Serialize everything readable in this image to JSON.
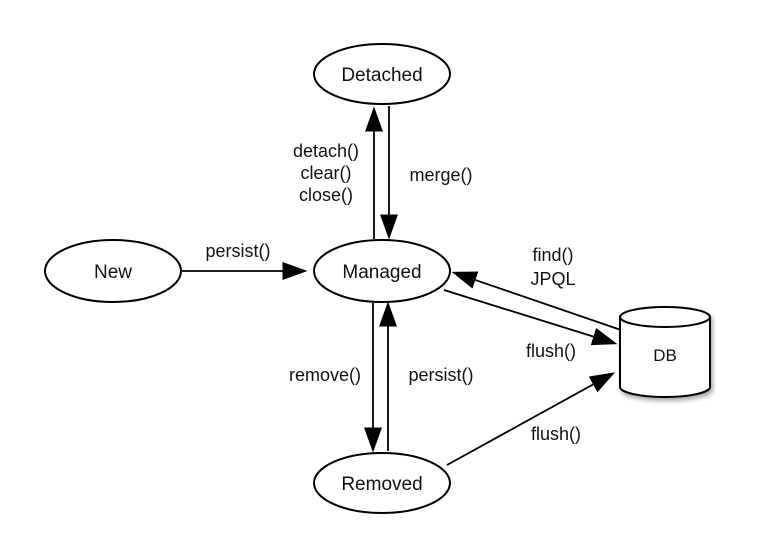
{
  "diagram": {
    "type": "state-diagram",
    "topic": "JPA entity lifecycle",
    "colors": {
      "background": "#ffffff",
      "line": "#000000",
      "text": "#111111",
      "shape_fill": "#ffffff"
    },
    "states": {
      "new": "New",
      "detached": "Detached",
      "managed": "Managed",
      "removed": "Removed",
      "db": "DB"
    },
    "transitions": {
      "persist_from_new": "persist()",
      "detach": "detach()",
      "clear": "clear()",
      "close": "close()",
      "merge": "merge()",
      "remove": "remove()",
      "persist_from_removed": "persist()",
      "find": "find()",
      "jpql": "JPQL",
      "flush_from_managed": "flush()",
      "flush_from_removed": "flush()"
    },
    "edges": [
      {
        "from": "New",
        "to": "Managed",
        "label": "persist()"
      },
      {
        "from": "Managed",
        "to": "Detached",
        "label": "detach() / clear() / close()"
      },
      {
        "from": "Detached",
        "to": "Managed",
        "label": "merge()"
      },
      {
        "from": "Managed",
        "to": "Removed",
        "label": "remove()"
      },
      {
        "from": "Removed",
        "to": "Managed",
        "label": "persist()"
      },
      {
        "from": "DB",
        "to": "Managed",
        "label": "find() / JPQL"
      },
      {
        "from": "Managed",
        "to": "DB",
        "label": "flush()"
      },
      {
        "from": "Removed",
        "to": "DB",
        "label": "flush()"
      }
    ]
  }
}
